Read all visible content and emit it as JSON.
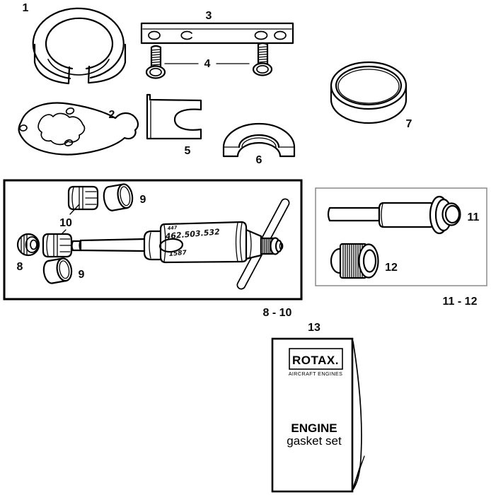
{
  "callouts": {
    "c1": "1",
    "c2": "2",
    "c3": "3",
    "c4": "4",
    "c5": "5",
    "c6": "6",
    "c7": "7",
    "c8": "8",
    "c9a": "9",
    "c9b": "9",
    "c10": "10",
    "c11": "11",
    "c12": "12",
    "c13": "13",
    "range_8_10": "8 - 10",
    "range_11_12": "11 - 12"
  },
  "tool_markings": {
    "small_top": "447",
    "part_number": "462.503.532",
    "bottom_number": "1587"
  },
  "gasket_box": {
    "brand": "ROTAX.",
    "brand_sub": "AIRCRAFT ENGINES",
    "title_line1": "ENGINE",
    "title_line2": "gasket set"
  },
  "colors": {
    "ink": "#000000",
    "background": "#ffffff",
    "inner_box_border": "#8a8a8a"
  }
}
